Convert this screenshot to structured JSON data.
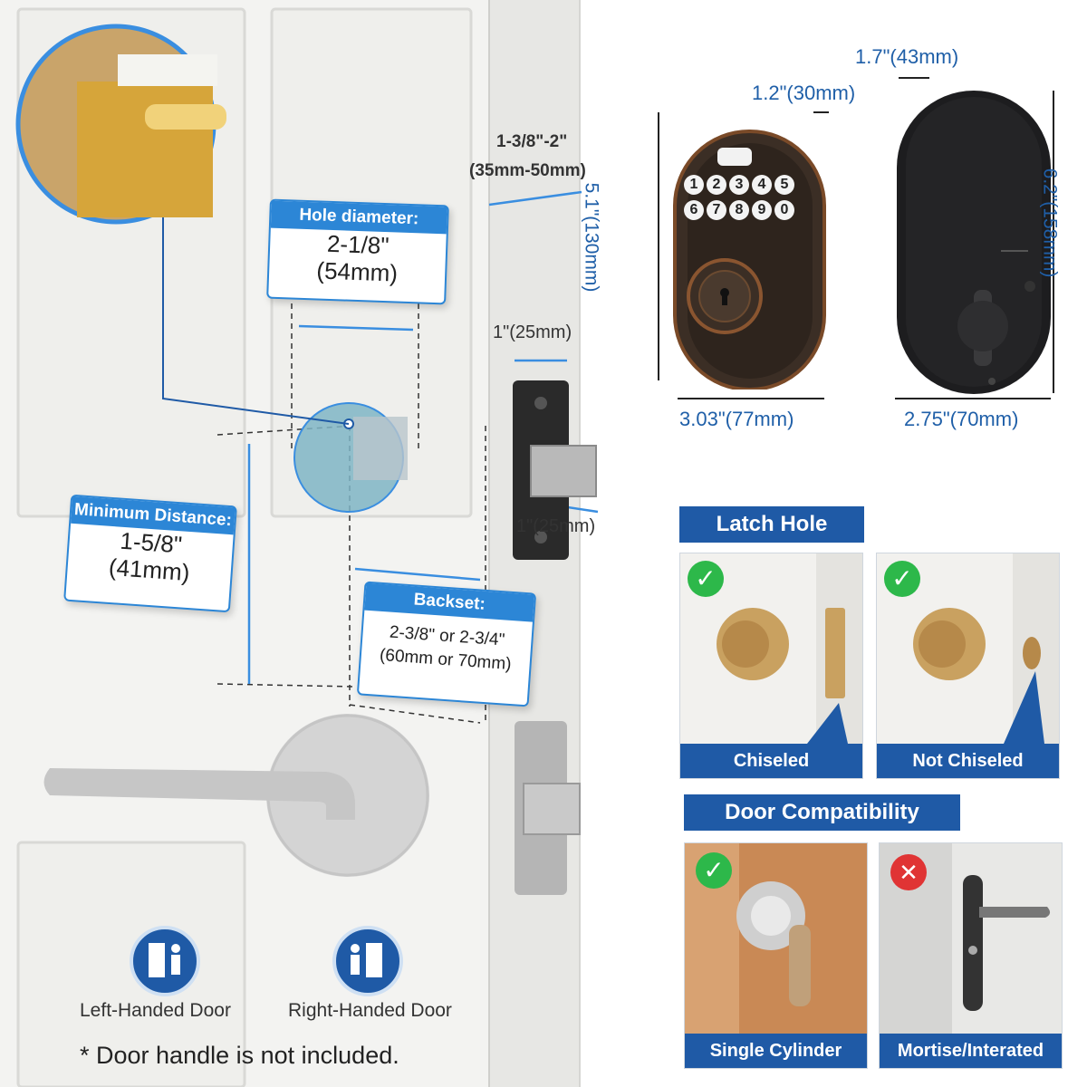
{
  "labels": {
    "hole_diameter": {
      "title": "Hole diameter:",
      "value": "2-1/8\"",
      "metric": "(54mm)"
    },
    "minimum_distance": {
      "title": "Minimum Distance:",
      "value": "1-5/8\"",
      "metric": "(41mm)"
    },
    "backset": {
      "title": "Backset:",
      "value": "2-3/8\" or 2-3/4\"",
      "metric": "(60mm or 70mm)"
    }
  },
  "door_thickness": {
    "line1": "1-3/8\"-2\"",
    "line2": "(35mm-50mm)"
  },
  "latch_plate": {
    "width": "1\"(25mm)",
    "depth": "1\"(25mm)"
  },
  "lock_dimensions": {
    "exterior_height": "5.1\"(130mm)",
    "exterior_width": "3.03\"(77mm)",
    "exterior_depth": "1.2\"(30mm)",
    "interior_depth": "1.7\"(43mm)",
    "interior_height": "6.2\"(158mm)",
    "interior_width": "2.75\"(70mm)"
  },
  "keypad": {
    "row1": [
      "1",
      "2",
      "3",
      "4",
      "5"
    ],
    "row2": [
      "6",
      "7",
      "8",
      "9",
      "0"
    ]
  },
  "latch_hole": {
    "title": "Latch Hole",
    "options": [
      {
        "caption": "Chiseled"
      },
      {
        "caption": "Not Chiseled"
      }
    ]
  },
  "door_compatibility": {
    "title": "Door Compatibility",
    "options": [
      {
        "caption": "Single Cylinder",
        "status": "compatible"
      },
      {
        "caption": "Mortise/Interated",
        "status": "not compatible"
      }
    ]
  },
  "handedness": {
    "left": "Left-Handed Door",
    "right": "Right-Handed Door"
  },
  "note": "* Door handle is not included.",
  "colors": {
    "accent": "#2c86d6",
    "navy": "#1f5aa6",
    "check": "#2db84a",
    "cross": "#e03434"
  }
}
